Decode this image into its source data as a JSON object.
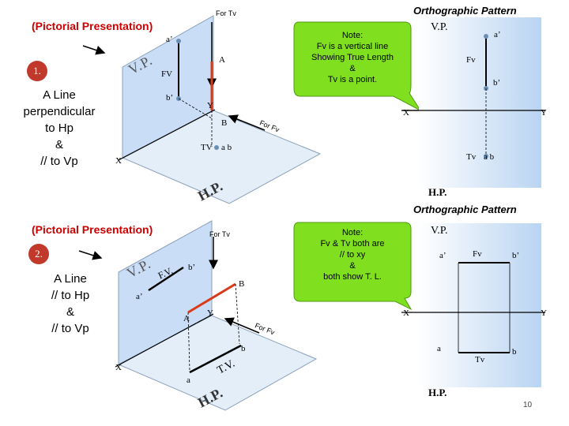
{
  "page_number": "10",
  "colors": {
    "plane_fill": "#c9def6",
    "accent_red": "#d93a1a",
    "note_fill": "#80e020"
  },
  "problem1": {
    "heading": "(Pictorial Presentation)",
    "number": "1.",
    "description": [
      "A Line",
      "perpendicular",
      "to Hp",
      "&",
      "// to Vp"
    ],
    "for_tv": "For Tv",
    "for_fv": "For Fv",
    "vp_text": "V.P.",
    "hp_text": "H.P.",
    "labels": {
      "a_dash": "a’",
      "b_dash": "b’",
      "fv": "FV",
      "A": "A",
      "B": "B",
      "Y": "Y",
      "X": "X",
      "tv": "TV",
      "ab": "a b"
    },
    "note": [
      "Note:",
      "Fv is a vertical line",
      "Showing True Length",
      "&",
      "Tv is a point."
    ],
    "ortho": {
      "title": "Orthographic Pattern",
      "vp": "V.P.",
      "hp": "H.P.",
      "a_dash": "a’",
      "b_dash": "b’",
      "fv": "Fv",
      "X": "X",
      "Y": "Y",
      "tv": "Tv",
      "ab": "a b"
    }
  },
  "problem2": {
    "heading": "(Pictorial Presentation)",
    "number": "2.",
    "description": [
      "A Line",
      "// to Hp",
      "&",
      "// to Vp"
    ],
    "for_tv": "For Tv",
    "for_fv": "For Fv",
    "vp_text": "V.P.",
    "hp_text": "H.P.",
    "labels": {
      "a_dash": "a’",
      "b_dash": "b’",
      "fv": "F.V.",
      "A": "A",
      "B": "B",
      "Y": "Y",
      "X": "X",
      "a": "a",
      "b": "b",
      "tv": "T.V."
    },
    "note": [
      "Note:",
      "Fv & Tv both are",
      "// to xy",
      "&",
      "both show T. L."
    ],
    "ortho": {
      "title": "Orthographic Pattern",
      "vp": "V.P.",
      "hp": "H.P.",
      "a_dash": "a’",
      "b_dash": "b’",
      "fv": "Fv",
      "X": "X",
      "Y": "Y",
      "tv": "Tv",
      "a": "a",
      "b": "b"
    }
  }
}
